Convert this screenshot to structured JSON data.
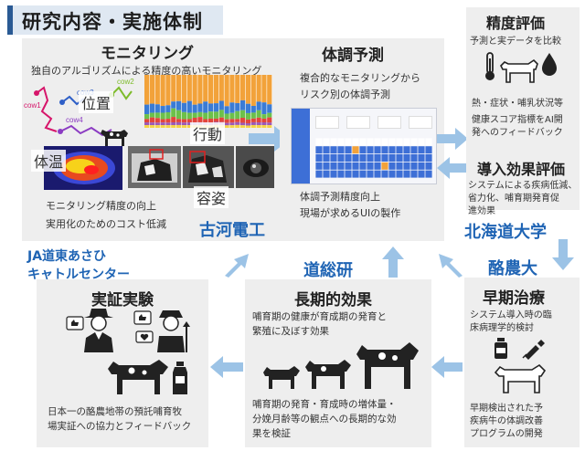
{
  "title": "研究内容・実施体制",
  "monitoring": {
    "title": "モニタリング",
    "subtitle": "独自のアルゴリズムによる精度の高いモニタリング",
    "labels": {
      "position": "位置",
      "activity": "行動",
      "temperature": "体温",
      "posture": "容姿",
      "cow1": "cow1",
      "cow2": "cow2",
      "cow3": "cow3",
      "cow4": "cow4"
    },
    "bullets": [
      "モニタリング精度の向上",
      "実用化のためのコスト低減"
    ]
  },
  "prediction": {
    "title": "体調予測",
    "desc": [
      "複合的なモニタリングから",
      "リスク別の体調予測"
    ],
    "bullets": [
      "体調予測精度向上",
      "現場が求めるUIの製作"
    ]
  },
  "accuracy": {
    "title": "精度評価",
    "line1": "予測と実データを比較",
    "line2": "熱・症状・哺乳状況等",
    "line3": [
      "健康スコア指標をAI開",
      "発へのフィードバック"
    ]
  },
  "effect": {
    "title": "導入効果評価",
    "desc": [
      "システムによる疾病低減、",
      "省力化、哺育期発育促",
      "進効果"
    ]
  },
  "early": {
    "title": "早期治療",
    "desc": [
      "システム導入時の臨",
      "床病理学的検討"
    ],
    "desc2": [
      "早期検出された予",
      "疾病牛の体調改善",
      "プログラムの開発"
    ]
  },
  "longterm": {
    "title": "長期的効果",
    "desc": [
      "哺育期の健康が育成期の発育と",
      "繁殖に及ぼす効果"
    ],
    "desc2": [
      "哺育期の発育・育成時の増体量・",
      "分娩月齢等の観点への長期的な効",
      "果を検証"
    ]
  },
  "demo": {
    "title": "実証実験",
    "desc": [
      "日本一の酪農地帯の預託哺育牧",
      "場実証への協力とフィードバック"
    ]
  },
  "orgs": {
    "furukawa": "古河電工",
    "hokkaido": "北海道大学",
    "rakuno": "酪農大",
    "doso": "道総研",
    "ja_line1": "JA道東あさひ",
    "ja_line2": "キャトルセンター"
  },
  "colors": {
    "arrow": "#9cc3e6",
    "org": "#1f64b4",
    "panel": "#eeeeee",
    "title_bar": "#2a5a94"
  }
}
